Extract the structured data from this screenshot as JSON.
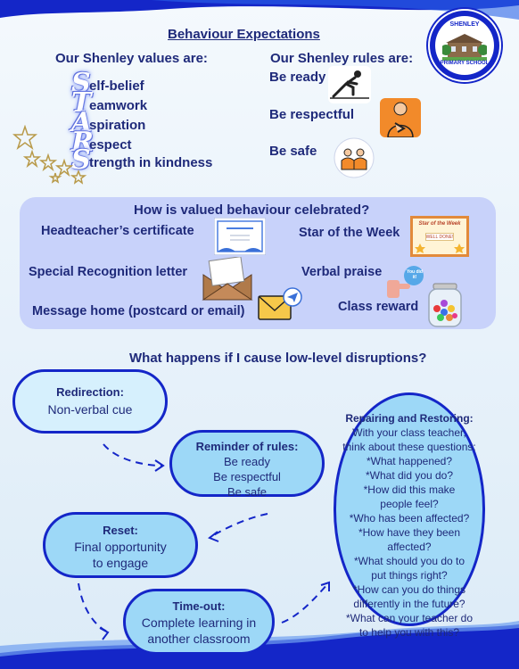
{
  "title": "Behaviour Expectations",
  "logo": {
    "top_text": "SHENLEY",
    "bottom_text": "PRIMARY SCHOOL"
  },
  "values": {
    "heading": "Our  Shenley values are:",
    "items": [
      {
        "letter": "S",
        "word": "elf-belief"
      },
      {
        "letter": "T",
        "word": "eamwork"
      },
      {
        "letter": "A",
        "word": "spiration"
      },
      {
        "letter": "R",
        "word": "espect"
      },
      {
        "letter": "S",
        "word": "trength in kindness"
      }
    ]
  },
  "rules": {
    "heading": "Our Shenley rules are:",
    "items": [
      "Be ready",
      "Be respectful",
      "Be safe"
    ]
  },
  "celebrate": {
    "heading": "How is valued behaviour celebrated?",
    "items": [
      "Headteacher’s certificate",
      "Star of the Week",
      "Special Recognition letter",
      "Verbal praise",
      "Message home (postcard or email)",
      "Class reward"
    ],
    "certificate_heading": "Star of the Week",
    "certificate_text": "WELL DONE!",
    "speech_text": "You did it!"
  },
  "disruptions": {
    "heading": "What happens if I cause low-level disruptions?",
    "redirection": {
      "title": "Redirection:",
      "body": "Non-verbal cue"
    },
    "reminder": {
      "title": "Reminder of rules:",
      "lines": [
        "Be ready",
        "Be respectful",
        "Be safe"
      ]
    },
    "reset": {
      "title": "Reset:",
      "lines": [
        "Final opportunity",
        "to engage"
      ]
    },
    "timeout": {
      "title": "Time-out:",
      "lines": [
        "Complete learning in",
        "another classroom"
      ]
    },
    "repair": {
      "title": "Repairing and Restoring:",
      "lines": [
        "With your class teacher,",
        "think about these questions:",
        "*What happened?",
        "*What did you do?",
        "*How did this make",
        "people feel?",
        "*Who has been affected?",
        "*How have they been affected?",
        "*What should you do to",
        "put things right?",
        "*How can you do things",
        "differently in the future?",
        "*What can your teacher do",
        "to help you with this?"
      ]
    }
  },
  "colors": {
    "accent": "#1426c8",
    "text": "#1f2a7a",
    "bubble": "#9dd8f7",
    "panel": "#c8d2fa"
  }
}
